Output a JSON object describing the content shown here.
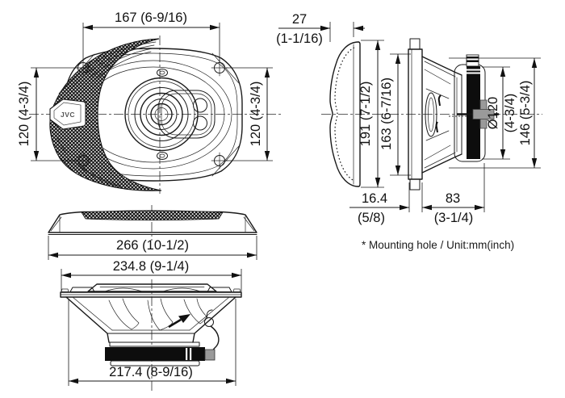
{
  "note": "* Mounting hole / Unit:mm(inch)",
  "logo": "JVC",
  "front_view": {
    "width": "167 (6-9/16)",
    "height_left": "120 (4-3/4)",
    "height_right": "120 (4-3/4)"
  },
  "side_view": {
    "grille_depth_mm": "27",
    "grille_depth_inch": "(1-1/16)",
    "overall_height": "191 (7-1/2)",
    "mounting_height": "163 (6-7/16)",
    "magnet_diameter_mm": "Ø120",
    "magnet_diameter_inch": "(4-3/4)",
    "rear_height": "146 (5-3/4)",
    "protrusion_mm": "16.4",
    "protrusion_inch": "(5/8)",
    "mounting_depth_mm": "83",
    "mounting_depth_inch": "(3-1/4)"
  },
  "profile_view": {
    "grille_length": "266 (10-1/2)",
    "frame_length": "234.8 (9-1/4)",
    "cutout_length": "217.4 (8-9/16)"
  }
}
